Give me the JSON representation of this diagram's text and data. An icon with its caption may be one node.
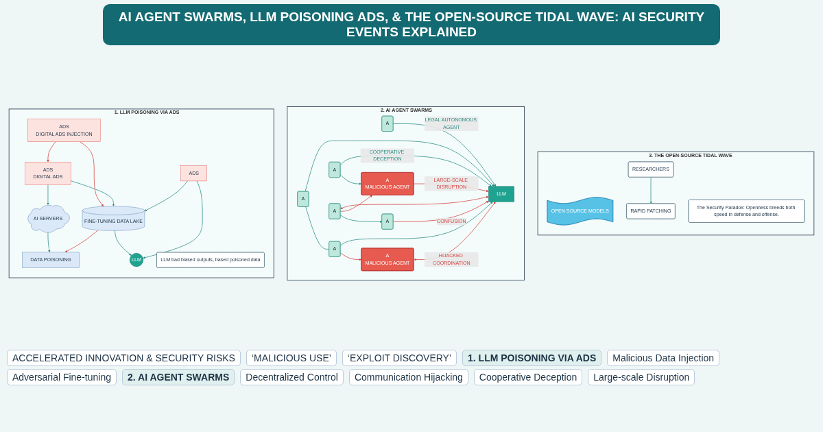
{
  "diagram": {
    "title": "AI AGENT SWARMS, LLM POISONING ADS, & THE OPEN-SOURCE TIDAL WAVE: AI SECURITY EVENTS EXPLAINED",
    "nodes": [
      {
        "text": [
          "1. LLM POISONING VIA ADS"
        ]
      },
      {
        "text": [
          "ADS",
          "DIGITAL ADS INJECTION"
        ],
        "in": 0
      },
      {
        "text": [
          "ADS",
          "DIGITAL ADS"
        ],
        "in": 0
      },
      {
        "text": [
          "AI SERVERS"
        ],
        "in": 0
      },
      {
        "text": [
          "FINE-TUNING DATA LAKE"
        ],
        "in": 0
      },
      {
        "text": [
          "DATA POISONING"
        ],
        "in": 0
      },
      {
        "text": [
          "ADS"
        ],
        "in": 0
      },
      {
        "text": [
          "LLM"
        ],
        "in": 0
      },
      {
        "text": [
          "LLM bad biased outputs, based poisoned data"
        ],
        "in": 0
      },
      {
        "text": [
          "2. AI AGENT SWARMS"
        ]
      },
      {
        "text": [
          "LLM"
        ],
        "in": 9
      },
      {
        "text": [
          "A"
        ],
        "in": 9
      },
      {
        "text": [
          "A"
        ],
        "in": 9
      },
      {
        "text": [
          "A"
        ],
        "in": 9
      },
      {
        "text": [
          "A",
          "MALICIOUS AGENT"
        ],
        "in": 9
      },
      {
        "text": [
          "A"
        ],
        "in": 9
      },
      {
        "text": [
          "A"
        ],
        "in": 9
      },
      {
        "text": [
          "A"
        ],
        "in": 9
      },
      {
        "text": [
          "A",
          "MALICIOUS AGENT"
        ],
        "in": 9
      },
      {
        "text": [
          "3. THE OPEN-SOURCE TIDAL WAVE"
        ]
      },
      {
        "text": [
          "OPEN SOURCE MODELS"
        ],
        "in": 19
      },
      {
        "text": [
          "RESEARCHERS"
        ],
        "in": 19
      },
      {
        "text": [
          "RAPID PATCHING"
        ],
        "in": 19
      },
      {
        "text": [
          "The Security Paradox: Openness breeds both speed in defense and offense."
        ],
        "in": 19
      }
    ],
    "edges": [
      {
        "from": 1,
        "to": 2,
        "arrow": "to",
        "color": "#d64541"
      },
      {
        "from": 2,
        "to": 3,
        "arrow": "to"
      },
      {
        "from": 1,
        "to": 4,
        "arrow": "to",
        "color": "#d64541"
      },
      {
        "from": 2,
        "to": 4,
        "arrow": "to"
      },
      {
        "from": 3,
        "to": 5,
        "arrow": "to"
      },
      {
        "from": 4,
        "to": 5,
        "arrow": "to",
        "color": "#d64541"
      },
      {
        "from": 6,
        "to": 4,
        "arrow": "to"
      },
      {
        "from": 4,
        "to": 7,
        "arrow": "to"
      },
      {
        "from": 6,
        "to": 7,
        "arrow": "to"
      },
      {
        "from": 11,
        "to": 10,
        "arrow": "to"
      },
      {
        "from": 12,
        "to": 10,
        "arrow": "to"
      },
      {
        "from": 13,
        "to": 10,
        "arrow": "to",
        "label": "LEGAL AUTONOMOUS AGENT"
      },
      {
        "from": 17,
        "to": 10,
        "arrow": "to",
        "label": "COOPERATIVE DECEPTION"
      },
      {
        "from": 14,
        "to": 10,
        "arrow": "both",
        "label": "HIJACKED COORDINATION",
        "color": "#d64541"
      },
      {
        "from": 15,
        "to": 10,
        "arrow": "to",
        "label": "CONFUSION",
        "color": "#d64541"
      },
      {
        "from": 16,
        "to": 10,
        "arrow": "both",
        "color": "#d64541"
      },
      {
        "from": 18,
        "to": 10,
        "arrow": "to",
        "label": "LARGE-SCALE DISRUPTION",
        "color": "#d64541"
      },
      {
        "from": 11,
        "to": 14,
        "arrow": "to",
        "color": "#d64541"
      },
      {
        "from": 12,
        "to": 11,
        "arrow": "none"
      },
      {
        "from": 17,
        "to": 18,
        "arrow": "to"
      },
      {
        "from": 16,
        "to": 18,
        "arrow": "to",
        "color": "#d64541"
      },
      {
        "from": 16,
        "to": 15,
        "arrow": "to"
      },
      {
        "from": 21,
        "to": 22,
        "arrow": "to"
      }
    ],
    "labels": [
      "ACCELERATED INNOVATION & SECURITY RISKS",
      "‘MALICIOUS USE’",
      "‘EXPLOIT DISCOVERY’",
      "1. LLM POISONING VIA ADS",
      "Malicious Data Injection",
      "Adversarial Fine-tuning",
      "2. AI AGENT SWARMS",
      "Decentralized Control",
      "Communication Hijacking",
      "Cooperative Deception",
      "Large-scale Disruption"
    ]
  }
}
